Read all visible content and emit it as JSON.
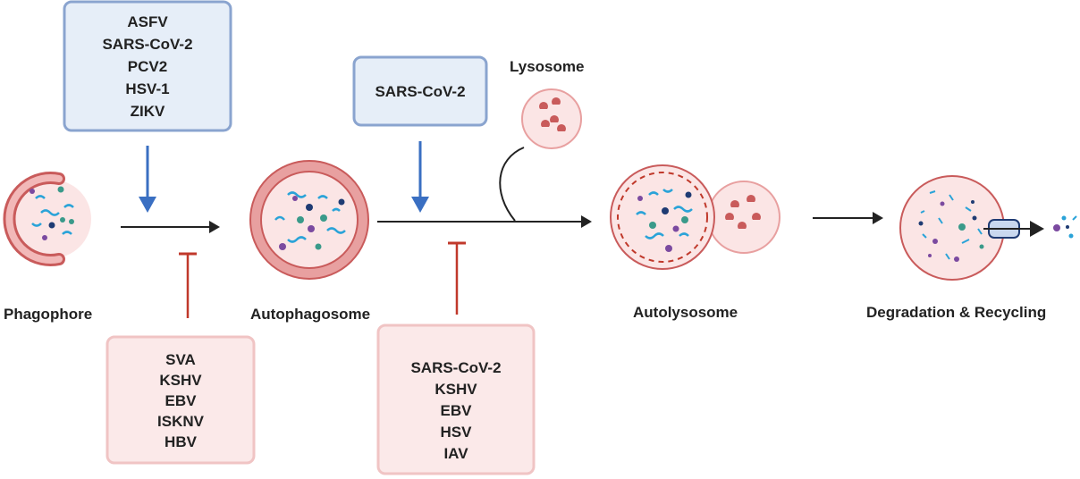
{
  "stages": {
    "phagophore": "Phagophore",
    "autophagosome": "Autophagosome",
    "lysosome": "Lysosome",
    "autolysosome": "Autolysosome",
    "degradation": "Degradation & Recycling"
  },
  "promote_box_1": {
    "items": [
      "ASFV",
      "SARS-CoV-2",
      "PCV2",
      "HSV-1",
      "ZIKV"
    ]
  },
  "promote_box_2": {
    "items": [
      "SARS-CoV-2"
    ]
  },
  "inhibit_box_1": {
    "items": [
      "SVA",
      "KSHV",
      "EBV",
      "ISKNV",
      "HBV"
    ]
  },
  "inhibit_box_2": {
    "items": [
      "SARS-CoV-2",
      "KSHV",
      "EBV",
      "HSV",
      "IAV"
    ]
  },
  "colors": {
    "promote_fill": "#e6eef8",
    "promote_stroke": "#8aa4cf",
    "promote_arrow": "#3a6fc2",
    "inhibit_fill": "#fbe9e9",
    "inhibit_stroke": "#f0c4c4",
    "inhibit_line": "#c0392b",
    "vesicle_fill": "#fbe5e5",
    "membrane": "#c95b5b",
    "cargo_blue": "#2aa3d8",
    "cargo_navy": "#1f3b73",
    "cargo_teal": "#3a9a8a",
    "cargo_purple": "#7b4aa0"
  }
}
